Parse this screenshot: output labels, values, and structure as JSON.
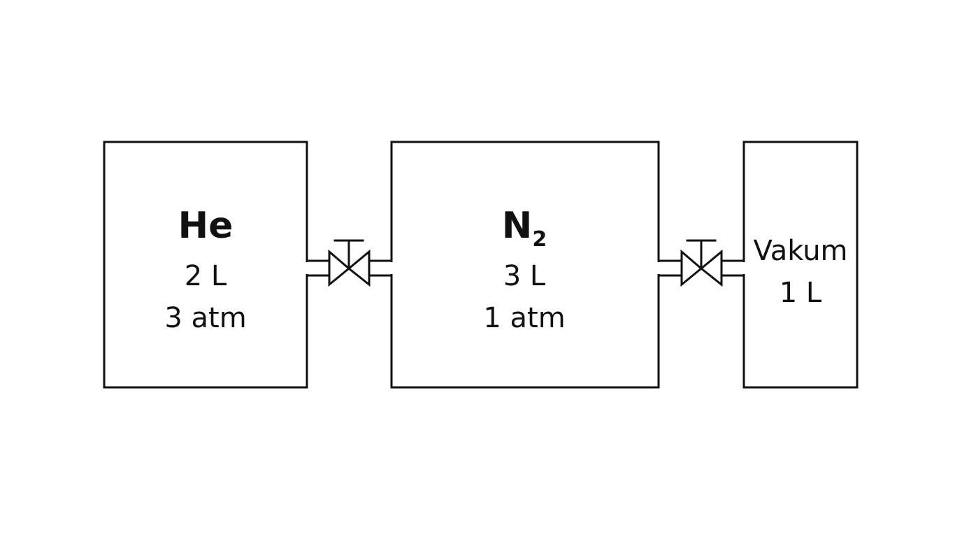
{
  "containers": [
    {
      "gas": "He",
      "subscript": "",
      "volume": "2 L",
      "pressure": "3 atm"
    },
    {
      "gas": "N",
      "subscript": "2",
      "volume": "3 L",
      "pressure": "1 atm"
    },
    {
      "gas": "Vakum",
      "subscript": "",
      "volume": "1 L",
      "pressure": ""
    }
  ]
}
